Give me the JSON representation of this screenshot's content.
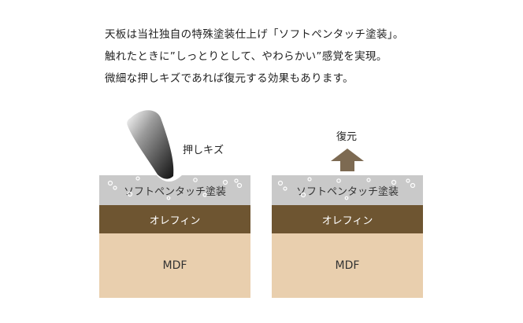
{
  "intro": {
    "line1": "天板は当社独自の特殊塗装仕上げ「ソフトペンタッチ塗装」。",
    "line2": "触れたときに”しっとりとして、やわらかい”感覚を実現。",
    "line3": "微細な押しキズであれば復元する効果もあります。"
  },
  "left_panel": {
    "annotation": "押しキズ",
    "coat_label": "ソフトペンタッチ塗装",
    "olefin_label": "オレフィン",
    "mdf_label": "MDF"
  },
  "right_panel": {
    "annotation": "復元",
    "coat_label": "ソフトペンタッチ塗装",
    "olefin_label": "オレフィン",
    "mdf_label": "MDF"
  },
  "colors": {
    "coat": "#c9c9c9",
    "olefin": "#6e5531",
    "mdf": "#e9cfae",
    "arrow": "#7d6a52"
  }
}
